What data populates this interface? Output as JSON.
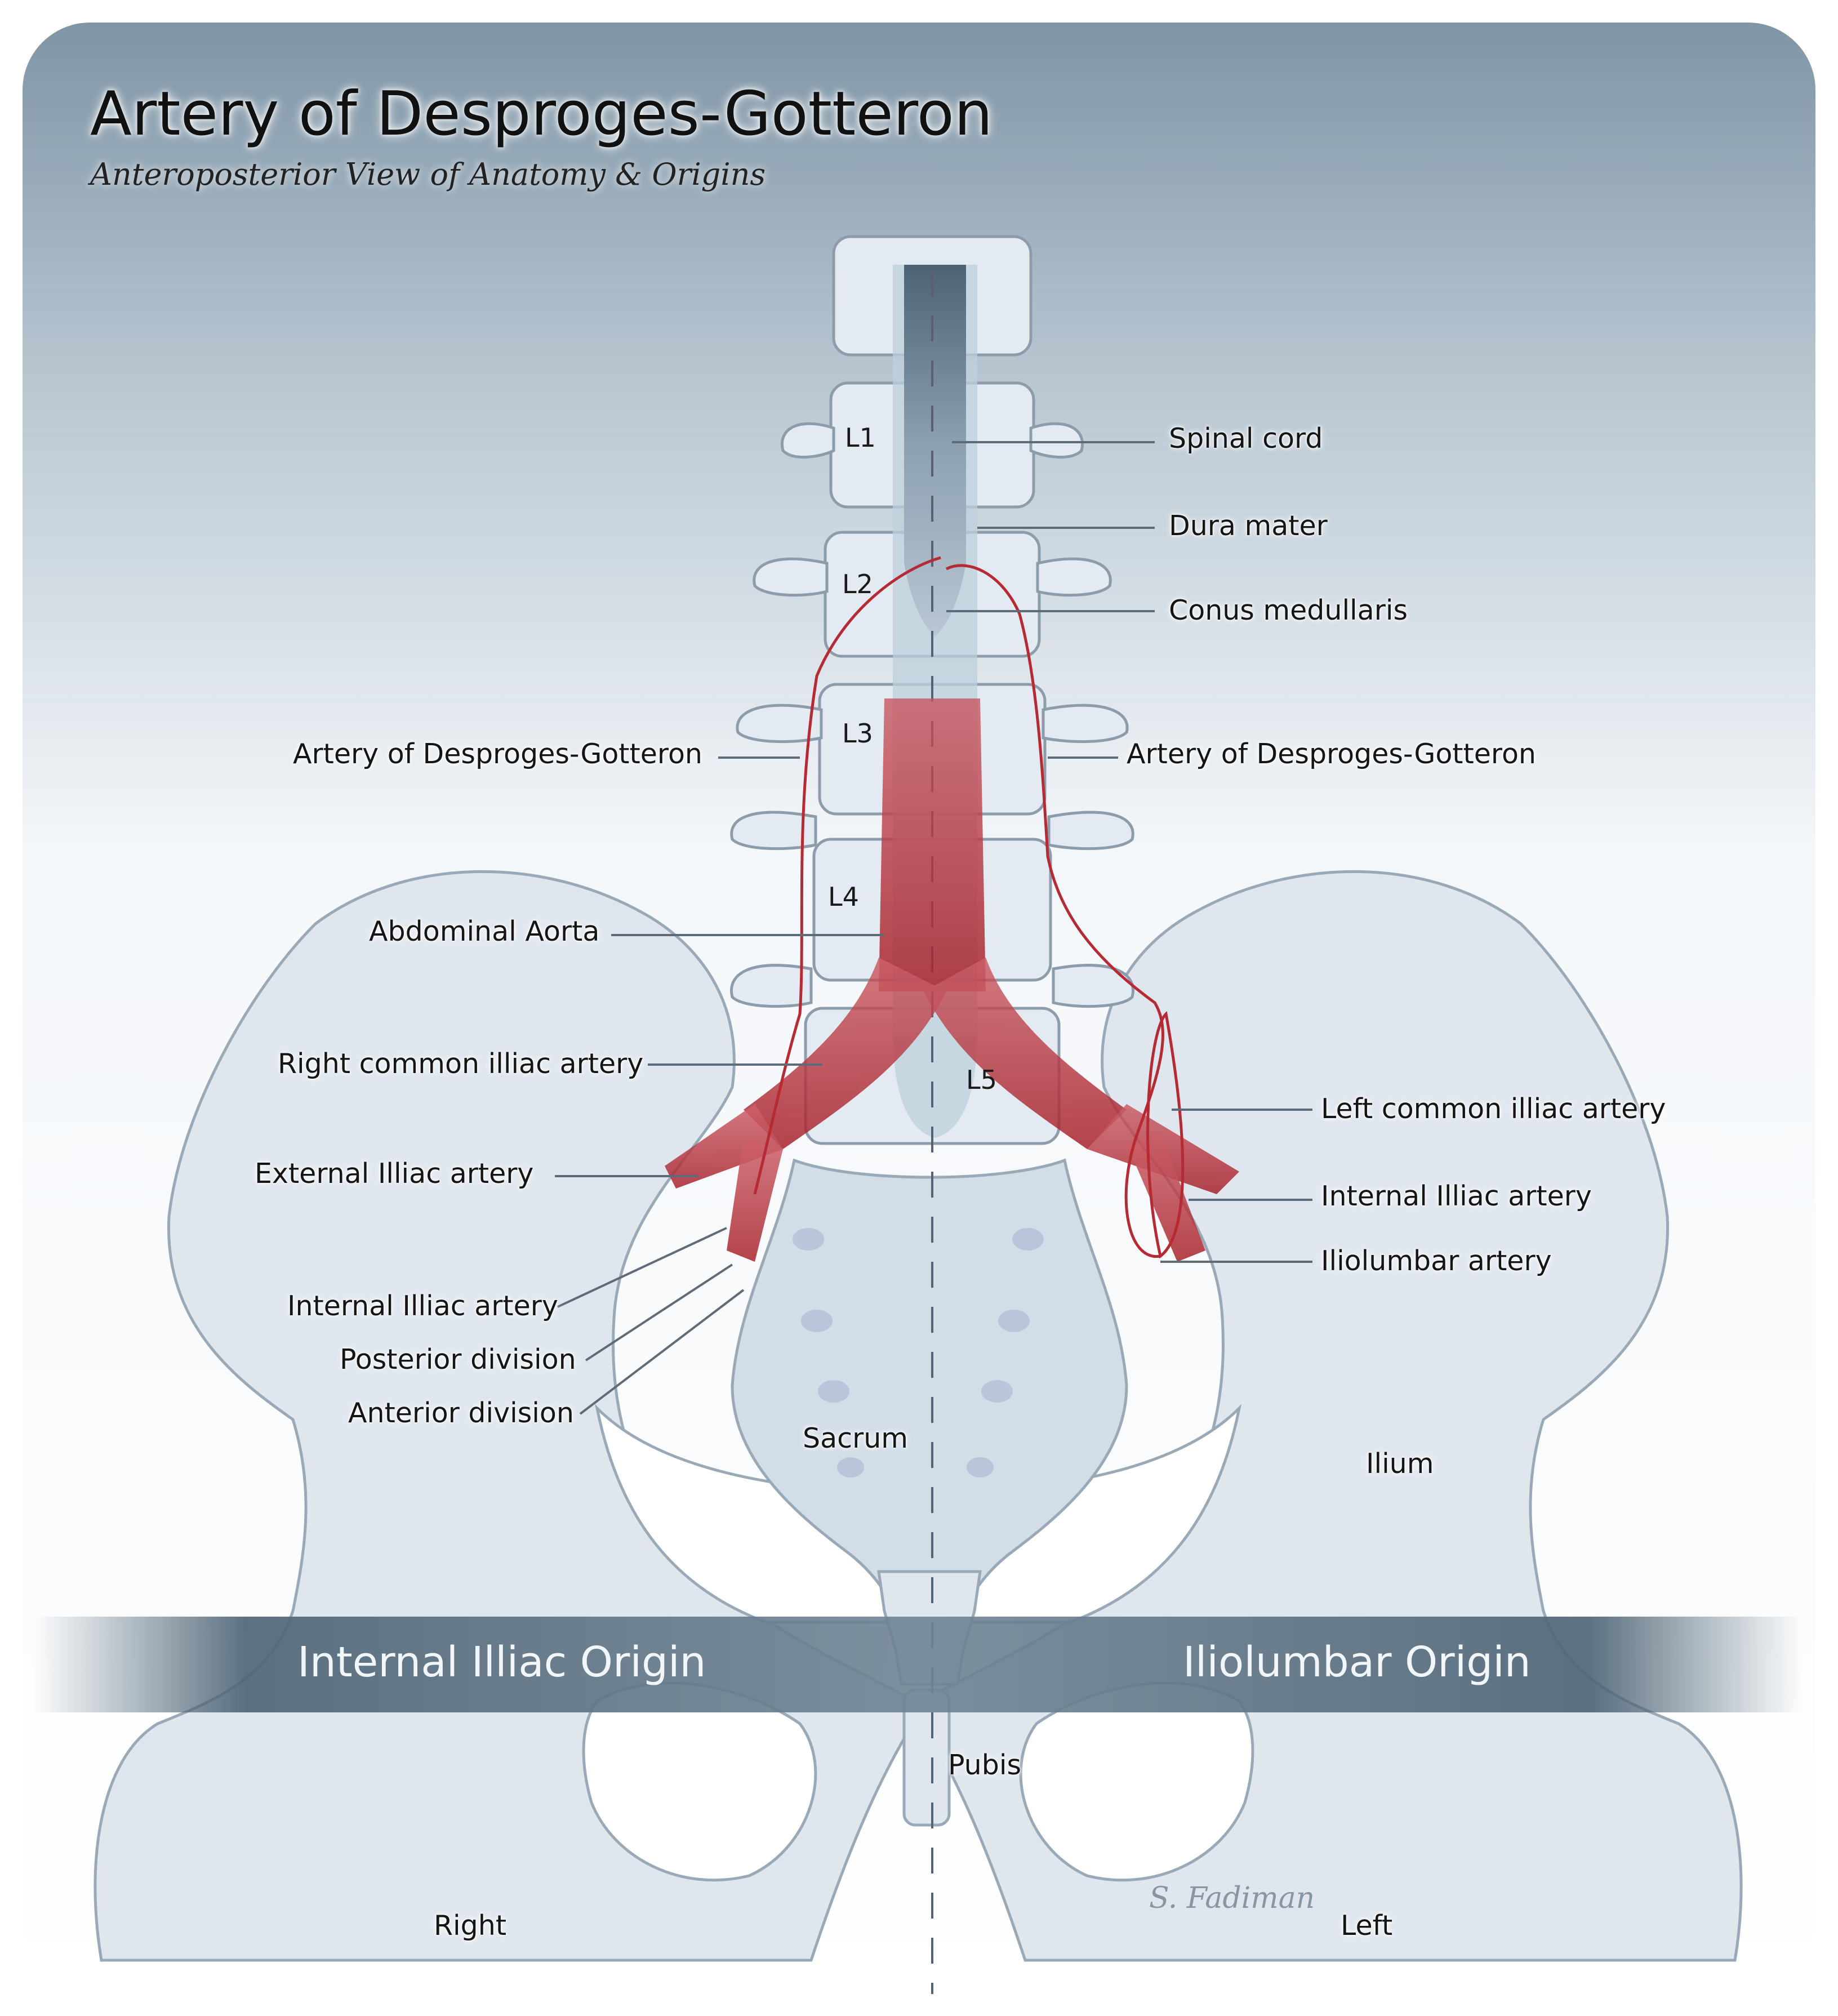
{
  "title": "Artery of Desproges-Gotteron",
  "subtitle": "Anteroposterior View of Anatomy & Origins",
  "vertebrae": [
    "L1",
    "L2",
    "L3",
    "L4",
    "L5"
  ],
  "labels": {
    "spinal_cord": "Spinal cord",
    "dura_mater": "Dura mater",
    "conus_medullaris": "Conus medullaris",
    "artery_right": "Artery of Desproges-Gotteron",
    "artery_left": "Artery of Desproges-Gotteron",
    "abdominal_aorta": "Abdominal Aorta",
    "right_common_iliac": "Right common illiac artery",
    "left_common_iliac": "Left common illiac artery",
    "external_iliac": "External Illiac artery",
    "internal_iliac_left": "Internal Illiac artery",
    "iliolumbar_artery": "Iliolumbar artery",
    "internal_iliac_right": "Internal Illiac artery",
    "posterior_division": "Posterior division",
    "anterior_division": "Anterior division",
    "sacrum": "Sacrum",
    "ilium": "Ilium",
    "pubis": "Pubis",
    "right": "Right",
    "left": "Left"
  },
  "bands": {
    "left_title": "Internal Illiac Origin",
    "right_title": "Iliolumbar Origin"
  },
  "signature": "S. Fadiman",
  "colors": {
    "artery": "#b52a33",
    "bone": "#dde4ec",
    "band": "#4f6576"
  }
}
